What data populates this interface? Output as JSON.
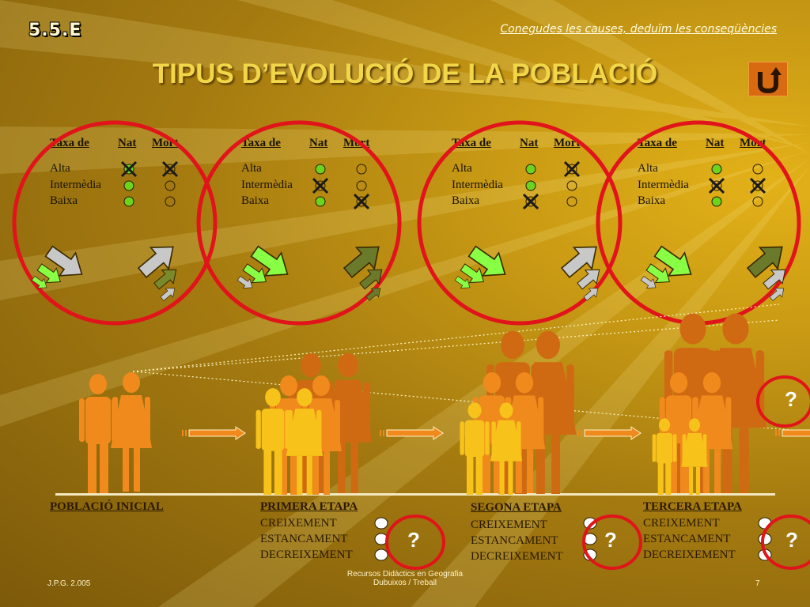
{
  "header": {
    "badge": "5.5.E",
    "subtitle": "Conegudes les causes, deduïm les conseqüències",
    "title": "TIPUS D’EVOLUCIÓ DE LA POBLACIÓ",
    "home_icon": "u-turn-icon"
  },
  "table_labels": {
    "col_taxa": "Taxa de",
    "col_nat": "Nat",
    "col_mort": "Mort",
    "row_alta": "Alta",
    "row_intermedia": "Intermèdia",
    "row_baixa": "Baixa"
  },
  "stages": [
    {
      "title": "POBLACIÓ INICIAL"
    },
    {
      "title": "PRIMERA ETAPA",
      "options": [
        "CREIXEMENT",
        "ESTANCAMENT",
        "DECREIXEMENT"
      ],
      "question": "?"
    },
    {
      "title": "SEGONA ETAPA",
      "options": [
        "CREIXEMENT",
        "ESTANCAMENT",
        "DECREIXEMENT"
      ],
      "question": "?"
    },
    {
      "title": "TERCERA ETAPA",
      "options": [
        "CREIXEMENT",
        "ESTANCAMENT",
        "DECREIXEMENT"
      ],
      "question": "?"
    }
  ],
  "next_question": "?",
  "footer": {
    "left": "J.P.G. 2.005",
    "center_line1": "Recursos Didàctics en Geografia",
    "center_line2": "Dubuixos / Treball",
    "page": "7"
  },
  "colors": {
    "circle_red": "#e0141a",
    "dot_green": "#6cd41c",
    "title_yellow": "#f1d64a"
  }
}
